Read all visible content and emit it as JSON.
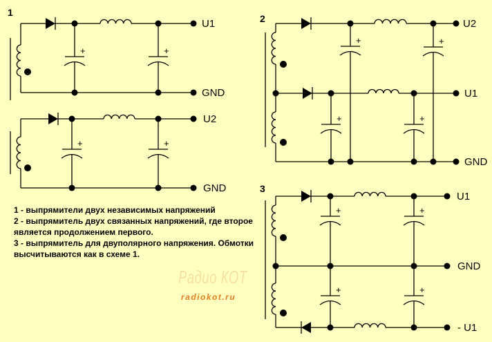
{
  "diagram_numbers": [
    "1",
    "2",
    "3"
  ],
  "schematic1a": {
    "out_top": "U1",
    "out_bottom": "GND"
  },
  "schematic1b": {
    "out_top": "U2",
    "out_bottom": "GND"
  },
  "schematic2": {
    "out_top": "U2",
    "out_mid": "U1",
    "out_bottom": "GND"
  },
  "schematic3": {
    "out_top": "U1",
    "out_mid": "GND",
    "out_bottom": "- U1"
  },
  "capacitor_polarity": "+",
  "description": [
    "1 - выпрямители двух независимых напряжений",
    "2 - выпрямитель двух связанных напряжений, где второе",
    "является продолжением первого.",
    "3 - выпрямитель для двуполярного напряжения. Обмотки",
    "высчитываются как в схеме 1."
  ],
  "logo": {
    "title": "Радио КОТ",
    "url": "radiokot.ru"
  },
  "colors": {
    "background": "#FFFFC0",
    "line": "#000000",
    "logo_orange": "#E08020"
  }
}
